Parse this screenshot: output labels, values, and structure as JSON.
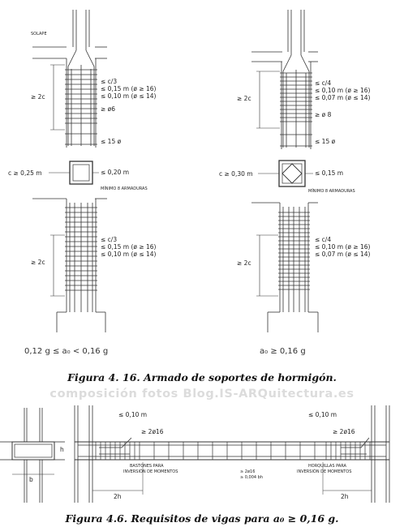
{
  "figure_top": {
    "caption": "Figura 4. 16. Armado de soportes de hormigón.",
    "left": {
      "solape": "SOLAPE",
      "ge2c_upper": "≥ 2c",
      "spacing_upper": [
        "≤ c/3",
        "≤ 0,15 m (ø ≥ 16)",
        "≤ 0,10 m (ø ≤ 14)"
      ],
      "tie_dia": "≥ ø6",
      "s15": "≤ 15 ø",
      "c_min": "c ≥ 0,25 m",
      "bar_spacing": "≤ 0,20 m",
      "min_bars": "MÍNIMO 8 ARMADURAS",
      "ge2c_lower": "≥ 2c",
      "spacing_lower": [
        "≤ c/3",
        "≤ 0,15 m (ø ≥ 16)",
        "≤ 0,10 m (ø ≤ 14)"
      ],
      "formula": "0,12 g ≤ a₀ < 0,16 g"
    },
    "right": {
      "ge2c_upper": "≥ 2c",
      "spacing_upper": [
        "≤ c/4",
        "≤ 0,10 m (ø ≥ 16)",
        "≤ 0,07 m (ø ≤ 14)"
      ],
      "tie_dia": "≥ ø 8",
      "s15": "≤ 15 ø",
      "c_min": "c ≥ 0,30 m",
      "bar_spacing": "≤ 0,15 m",
      "min_bars": "MÍNIMO 8 ARMADURAS",
      "ge2c_lower": "≥ 2c",
      "spacing_lower": [
        "≤ c/4",
        "≤ 0,10 m (ø ≥ 16)",
        "≤ 0,07 m (ø ≤ 14)"
      ],
      "formula": "a₀ ≥ 0,16 g"
    }
  },
  "watermark": "composición fotos   Blog.IS-ARQuitectura.es",
  "figure_bottom": {
    "caption": "Figura 4.6. Requisitos de vigas para a₀ ≥ 0,16 g.",
    "section_b": "b",
    "h": "h",
    "s_left": "≤ 0,10 m",
    "s_right": "≤ 0,10 m",
    "top_bars_left": "≥ 2ø16",
    "top_bars_right": "≥ 2ø16",
    "bastones": [
      "BASTONES PARA",
      "INVERSIÓN DE MOMENTOS"
    ],
    "horquillas": [
      "HORQUILLAS PARA",
      "INVERSIÓN DE MOMENTOS"
    ],
    "mid_bars": [
      "≥ 2ø16",
      "≥ 0,004 bh"
    ],
    "twoh_left": "2h",
    "twoh_right": "2h"
  }
}
